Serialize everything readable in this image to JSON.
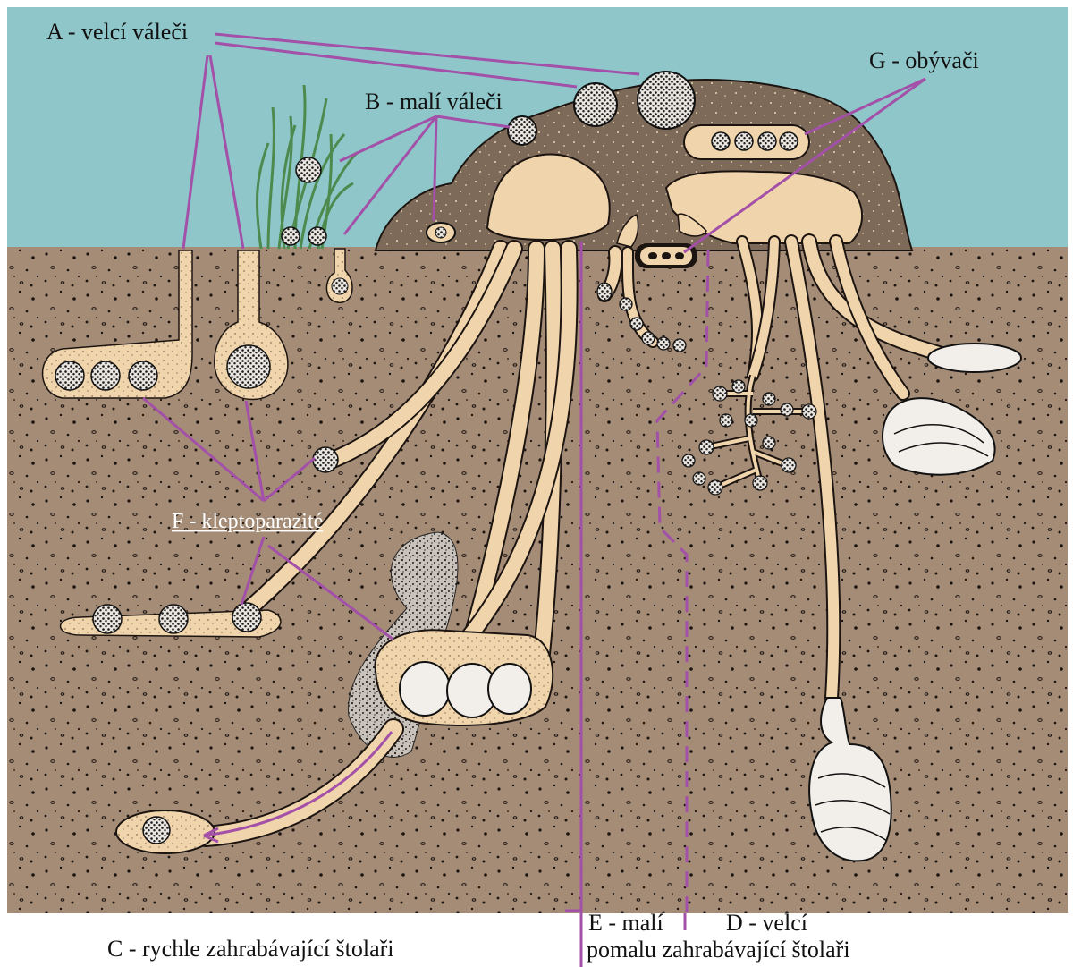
{
  "labels": {
    "a": "A - velcí váleči",
    "b": "B - malí váleči",
    "c": "C - rychle zahrabávající štolaři",
    "d": "D - velcí",
    "e": "E - malí",
    "f": "F - kleptoparazité",
    "g": "G - obývači",
    "de_caption": "pomalu zahrabávající štolaři"
  },
  "colors": {
    "sky": "#8fc6c9",
    "soil": "#a48c77",
    "dung": "#7e6a58",
    "tunnel": "#f0d4ac",
    "leader": "#a350a8",
    "grass": "#4c8a4e"
  }
}
